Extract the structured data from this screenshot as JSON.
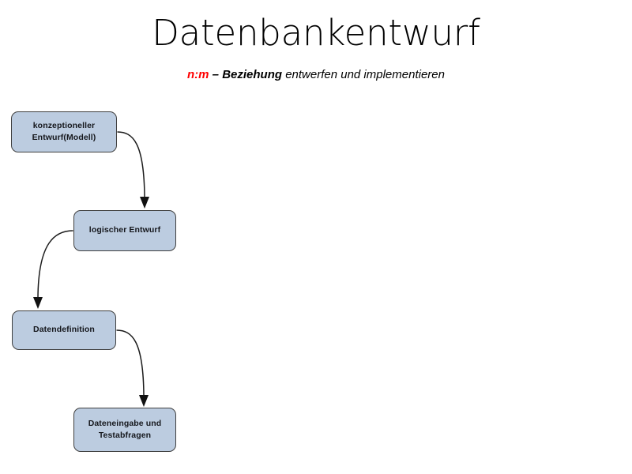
{
  "slide": {
    "title": "Datenbankentwurf",
    "subtitle": {
      "part_red": "n:m",
      "part_bold": " – Beziehung",
      "part_regular": " entwerfen und implementieren"
    },
    "background_color": "#ffffff"
  },
  "style": {
    "box_fill": "#bcccE0",
    "box_border": "#3f3f3f",
    "box_text_color": "#15171c",
    "connector_color": "#1c1c1c",
    "accent_red": "#ff0000"
  },
  "flow": {
    "boxes": [
      {
        "id": "box-1",
        "label": "konzeptioneller\nEntwurf(Modell)",
        "name": "konzeptioneller-entwurf"
      },
      {
        "id": "box-2",
        "label": "logischer Entwurf",
        "name": "logischer-entwurf"
      },
      {
        "id": "box-3",
        "label": "Datendefinition",
        "name": "datendefinition"
      },
      {
        "id": "box-4",
        "label": "Dateneingabe und\nTestabfragen",
        "name": "dateneingabe-testabfragen"
      }
    ],
    "connectors": [
      {
        "from": "box-1",
        "to": "box-2",
        "direction": "right-down"
      },
      {
        "from": "box-2",
        "to": "box-3",
        "direction": "left-down"
      },
      {
        "from": "box-3",
        "to": "box-4",
        "direction": "right-down"
      }
    ]
  }
}
